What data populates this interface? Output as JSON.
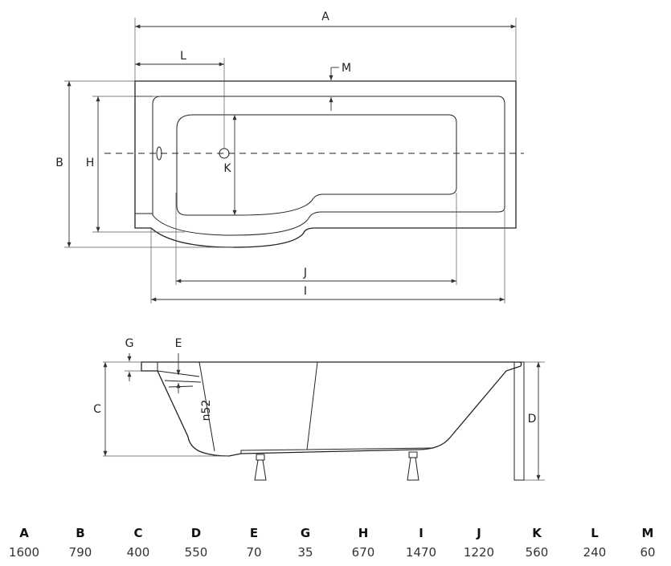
{
  "drawing_labels": {
    "A": "A",
    "B": "B",
    "H": "H",
    "K": "K",
    "L": "L",
    "M": "M",
    "J": "J",
    "I": "I",
    "C": "C",
    "D": "D",
    "E": "E",
    "G": "G",
    "n52": "n52"
  },
  "spec_table": [
    {
      "key": "A",
      "value": "1600"
    },
    {
      "key": "B",
      "value": "790"
    },
    {
      "key": "C",
      "value": "400"
    },
    {
      "key": "D",
      "value": "550"
    },
    {
      "key": "E",
      "value": "70"
    },
    {
      "key": "G",
      "value": "35"
    },
    {
      "key": "H",
      "value": "670"
    },
    {
      "key": "I",
      "value": "1470"
    },
    {
      "key": "J",
      "value": "1220"
    },
    {
      "key": "K",
      "value": "560"
    },
    {
      "key": "L",
      "value": "240"
    },
    {
      "key": "M",
      "value": "60"
    }
  ]
}
